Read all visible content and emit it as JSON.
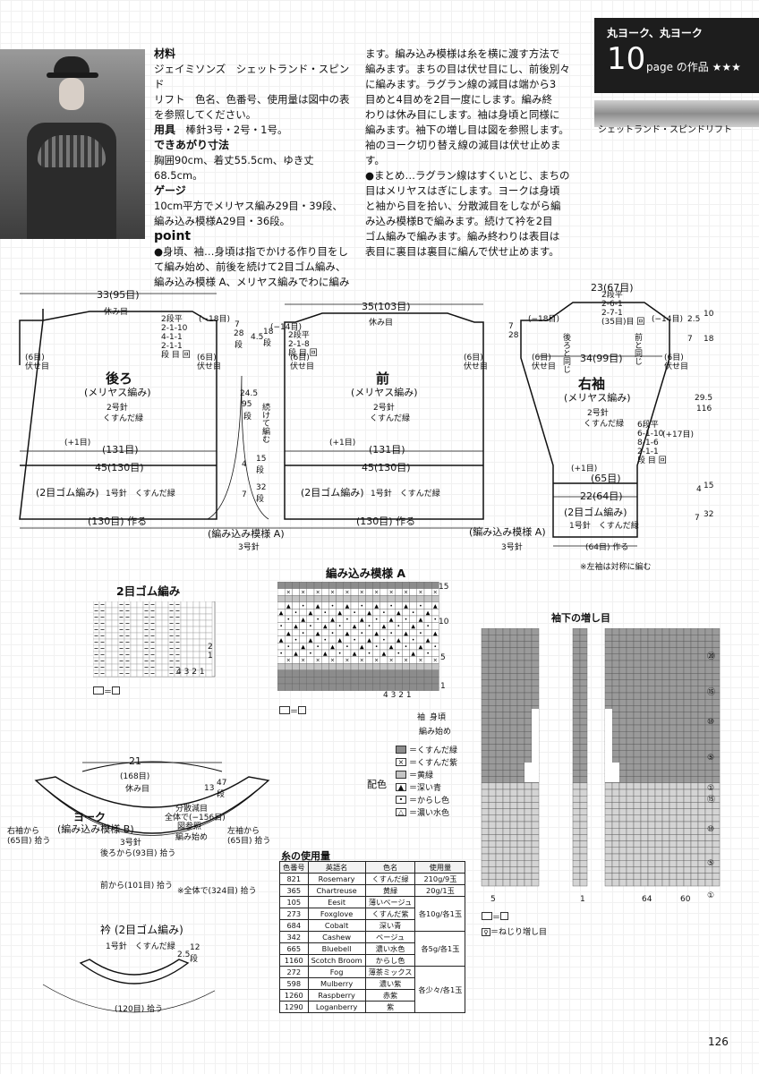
{
  "header": {
    "badge_line1": "丸ヨーク、丸ヨーク",
    "badge_num": "10",
    "badge_line2": "page の作品 ★★★",
    "yarn_label": "シェットランド・スピンドリフト"
  },
  "materials": {
    "h_material": "材料",
    "material_text": [
      "ジェイミソンズ　シェットランド・スピンド",
      "リフト　色名、色番号、使用量は図中の表",
      "を参照してください。"
    ],
    "h_tools": "用具",
    "tools_text": "棒針3号・2号・1号。",
    "h_size": "できあがり寸法",
    "size_text": "胸囲90cm、着丈55.5cm、ゆき丈68.5cm。",
    "h_gauge": "ゲージ",
    "gauge_text": [
      "10cm平方でメリヤス編み29目・39段、",
      "編み込み模様A29目・36段。"
    ],
    "h_point": "point",
    "point_text": [
      "●身頃、袖…身頃は指でかける作り目をし",
      "て編み始め、前後を続けて2目ゴム編み、",
      "編み込み模様 A、メリヤス編みでわに編み"
    ],
    "col2_text": [
      "ます。編み込み模様は糸を横に渡す方法で",
      "編みます。まちの目は伏せ目にし、前後別々",
      "に編みます。ラグラン線の減目は端から3",
      "目めと4目めを2目一度にします。編み終",
      "わりは休み目にします。袖は身頃と同様に",
      "編みます。袖下の増し目は図を参照します。",
      "袖のヨーク切り替え線の減目は伏せ止めます。",
      "●まとめ…ラグラン線はすくいとじ、まちの",
      "目はメリヤスはぎにします。ヨークは身頃",
      "と袖から目を拾い、分散減目をしながら編",
      "み込み模様Bで編みます。続けて衿を2目",
      "ゴム編みで編みます。編み終わりは表目は",
      "表目に裏目は裏目に編んで伏せ止めます。"
    ]
  },
  "back": {
    "width": "33(95目)",
    "rest": "休み目",
    "dec": [
      "2段平",
      "2-1-10",
      "4-1-1",
      "2-1-1",
      "段 目 回"
    ],
    "dec_side": "(−18目)",
    "bind": [
      "(6目)",
      "伏せ目"
    ],
    "title": "後ろ",
    "sub": "(メリヤス編み)",
    "needle": "2号針",
    "color": "くすんだ緑",
    "plus": "(+1目)",
    "sts": "(131目)",
    "w45": "45(130目)",
    "rib": "(2目ゴム編み)",
    "rib_needle": "1号針　くすんだ緑",
    "cast": "(130目) 作る"
  },
  "front": {
    "width": "35(103目)",
    "rest": "休み目",
    "dec": [
      "2段平",
      "2-1-8",
      "段 目 回"
    ],
    "dec_side": "(−14目)",
    "bind": [
      "(6目)",
      "伏せ目"
    ],
    "title": "前",
    "sub": "(メリヤス編み)",
    "needle": "2号針",
    "color": "くすんだ緑",
    "plus": "(+1目)",
    "sts": "(131目)",
    "w45": "45(130目)",
    "rib": "(2目ゴム編み)",
    "rib_needle": "1号針　くすんだ緑",
    "cast": "(130目) 作る"
  },
  "middle": {
    "h7": "7",
    "h28": "28",
    "d": "段",
    "h45": "4.5",
    "h18": "18",
    "h245": "24.5",
    "h95": "95",
    "cont": "続けて編む",
    "h4": "4",
    "h15": "15",
    "h7b": "7",
    "h32": "32",
    "patA": "(編み込み模様 A)",
    "patA_needle": "3号針"
  },
  "sleeve": {
    "width": "23(67目)",
    "dec": [
      "2段平",
      "2-6-1",
      "2-7-1",
      "(35目)目 回"
    ],
    "dec_side_l": "(−18目)",
    "dec_side_r": "(−14目)",
    "h25": "2.5",
    "h10": "10",
    "h7": "7",
    "h18": "18",
    "h28": "28",
    "back_join": "後ろと同じ",
    "front_join": "前と同じ",
    "w34": "34(99目)",
    "bind": [
      "(6目)",
      "伏せ目"
    ],
    "title": "右袖",
    "sub": "(メリヤス編み)",
    "needle": "2号針",
    "color": "くすんだ緑",
    "inc": [
      "6段平",
      "6-1-10",
      "8-1-6",
      "2-1-1",
      "段 目 回"
    ],
    "inc_total": "(+17目)",
    "h295": "29.5",
    "h116": "116",
    "plus": "(+1目)",
    "sts65": "(65目)",
    "w22": "22(64目)",
    "rib": "(2目ゴム編み)",
    "rib_needle": "1号針　くすんだ緑",
    "h4": "4",
    "h15": "15",
    "h32": "32",
    "patA": "(編み込み模様 A)",
    "patA_needle": "3号針",
    "cast": "(64目) 作る",
    "note": "※左袖は対称に編む"
  },
  "chart_titles": {
    "rib": "2目ゴム編み",
    "patA": "編み込み模様 A",
    "inc": "袖下の増し目"
  },
  "rib_chart": {
    "nums": [
      "4",
      "3",
      "2",
      "1"
    ],
    "row1": "1",
    "row2": "2",
    "legend": "＝"
  },
  "patA_chart": {
    "nums": [
      "4",
      "3",
      "2",
      "1"
    ],
    "row15": "15",
    "row10": "10",
    "row5": "5",
    "row1": "1",
    "sleeve": "袖",
    "body": "身頃",
    "start": "編み始め",
    "legend": "＝"
  },
  "palette": {
    "title": "配色",
    "items": [
      {
        "sym": "",
        "label": "＝くすんだ緑",
        "bg": "#8c8c8c"
      },
      {
        "sym": "×",
        "label": "＝くすんだ紫",
        "bg": "#ffffff"
      },
      {
        "sym": "",
        "label": "＝黄緑",
        "bg": "#c4c4c4"
      },
      {
        "sym": "▲",
        "label": "＝深い青",
        "bg": "#ffffff"
      },
      {
        "sym": "•",
        "label": "＝からし色",
        "bg": "#ffffff"
      },
      {
        "sym": "△",
        "label": "＝濃い水色",
        "bg": "#ffffff"
      }
    ]
  },
  "yoke": {
    "w21": "21",
    "sts168": "(168目)",
    "rest": "休み目",
    "h13": "13",
    "h47": "47",
    "d": "段",
    "title": "ヨーク",
    "sub": "(編み込み模様 B)",
    "needle": "3号針",
    "dist": "分散減目",
    "total": "全体で(−156目)",
    "ref": "図参照",
    "start": "編み始め",
    "left": [
      "右袖から",
      "(65目) 拾う"
    ],
    "right": [
      "左袖から",
      "(65目) 拾う"
    ],
    "back": "後ろから(93目) 拾う",
    "front": "前から(101目) 拾う",
    "total2": "※全体で(324目) 拾う"
  },
  "collar": {
    "title": "衿 (2目ゴム編み)",
    "needle": "1号針　くすんだ緑",
    "h25": "2.5",
    "h12": "12",
    "d": "段",
    "pick": "(120目) 拾う"
  },
  "yarn_table": {
    "title": "糸の使用量",
    "headers": [
      "色番号",
      "英語名",
      "色名",
      "使用量"
    ],
    "rows": [
      [
        "821",
        "Rosemary",
        "くすんだ緑",
        "210g/9玉"
      ],
      [
        "365",
        "Chartreuse",
        "黄緑",
        "20g/1玉"
      ],
      [
        "105",
        "Eesit",
        "薄いベージュ",
        "各10g/各1玉"
      ],
      [
        "273",
        "Foxglove",
        "くすんだ紫",
        ""
      ],
      [
        "684",
        "Cobalt",
        "深い青",
        ""
      ],
      [
        "342",
        "Cashew",
        "ベージュ",
        "各5g/各1玉"
      ],
      [
        "665",
        "Bluebell",
        "濃い水色",
        ""
      ],
      [
        "1160",
        "Scotch Broom",
        "からし色",
        ""
      ],
      [
        "272",
        "Fog",
        "薄茶ミックス",
        "各少々/各1玉"
      ],
      [
        "598",
        "Mulberry",
        "濃い紫",
        ""
      ],
      [
        "1260",
        "Raspberry",
        "赤紫",
        ""
      ],
      [
        "1290",
        "Loganberry",
        "紫",
        ""
      ]
    ]
  },
  "inc_chart": {
    "labels": [
      "⑳",
      "⑮",
      "⑩",
      "⑤",
      "①",
      "⑮",
      "⑩",
      "⑤",
      "①"
    ],
    "bottom": [
      "5",
      "1",
      "64",
      "60"
    ],
    "legend1": "＝",
    "legend2": "＝ねじり増し目"
  },
  "page": {
    "number": "126"
  }
}
